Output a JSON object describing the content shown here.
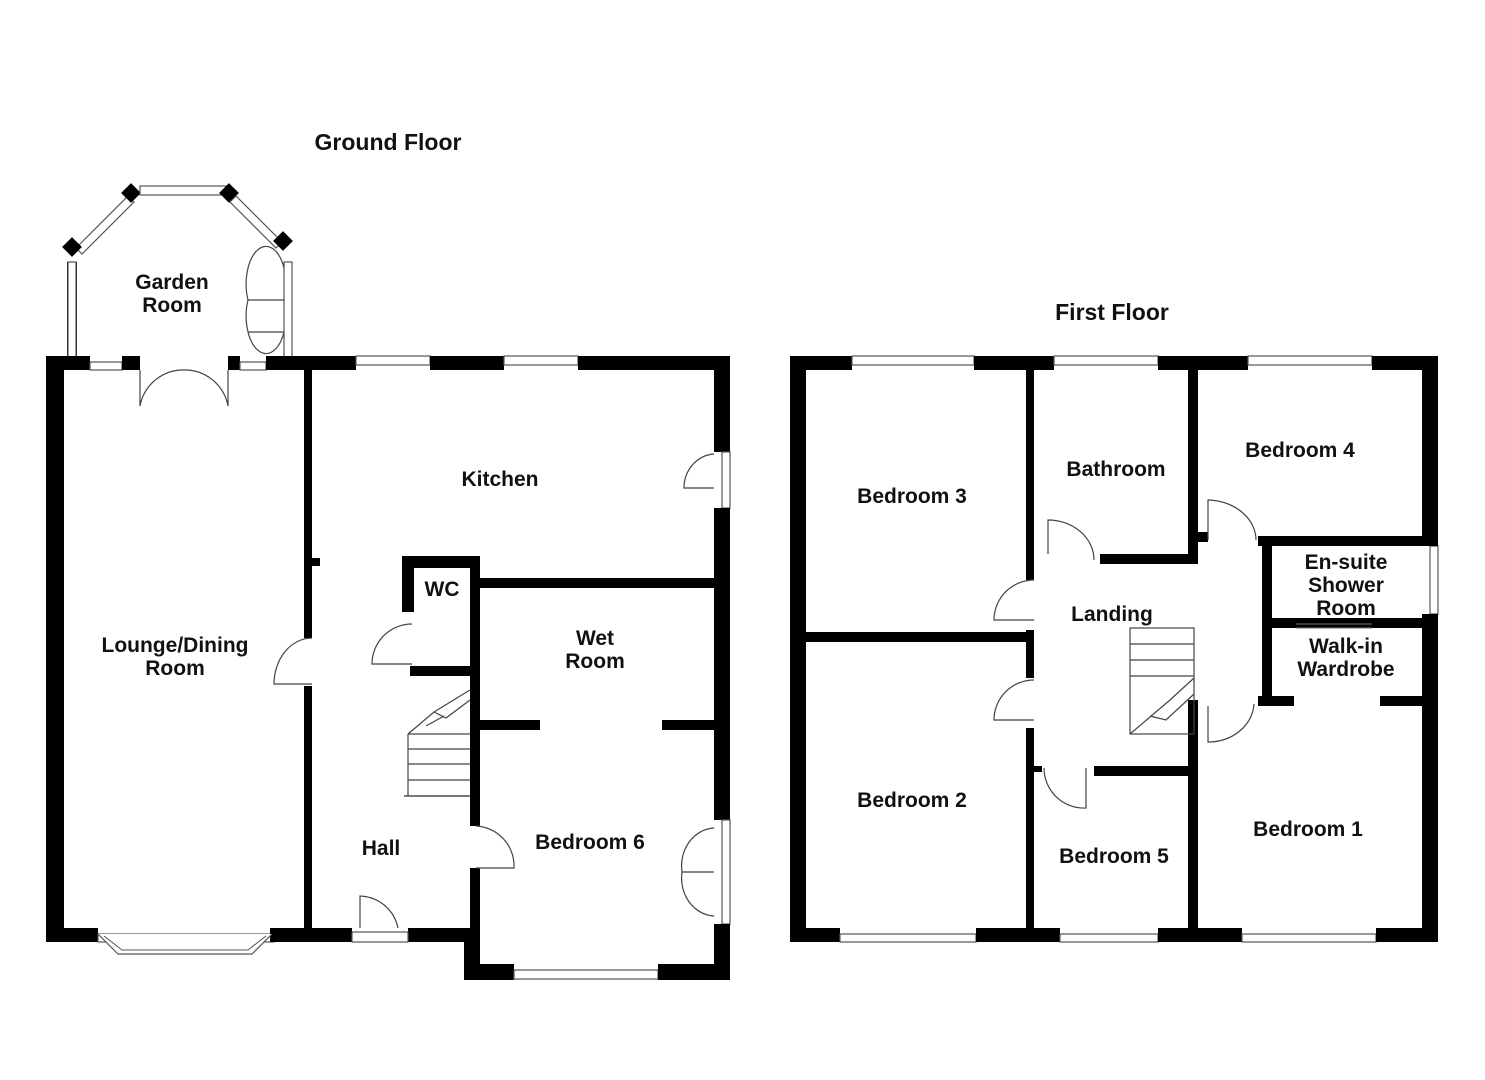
{
  "floors": {
    "ground": {
      "title": "Ground Floor",
      "rooms": {
        "garden_room": [
          "Garden",
          "Room"
        ],
        "lounge": [
          "Lounge/Dining",
          "Room"
        ],
        "kitchen": "Kitchen",
        "wc": "WC",
        "wet_room": [
          "Wet",
          "Room"
        ],
        "hall": "Hall",
        "bedroom6": "Bedroom 6"
      }
    },
    "first": {
      "title": "First Floor",
      "rooms": {
        "bedroom3": "Bedroom 3",
        "bathroom": "Bathroom",
        "bedroom4": "Bedroom 4",
        "ensuite": [
          "En-suite",
          "Shower",
          "Room"
        ],
        "landing": "Landing",
        "walkin": [
          "Walk-in",
          "Wardrobe"
        ],
        "bedroom2": "Bedroom 2",
        "bedroom5": "Bedroom 5",
        "bedroom1": "Bedroom 1"
      }
    }
  }
}
